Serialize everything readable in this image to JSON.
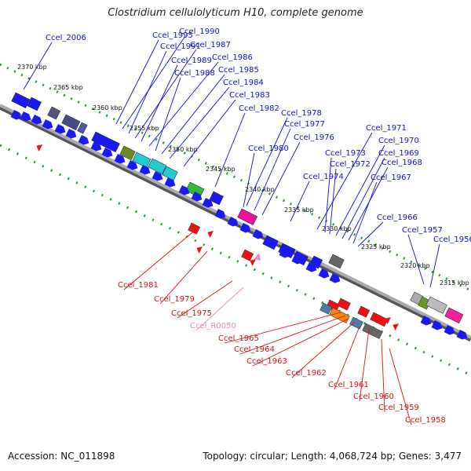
{
  "title": "Clostridium cellulolyticum H10, complete genome",
  "footer": {
    "accession": "Accession: NC_011898",
    "summary": "Topology: circular; Length: 4,068,724 bp; Genes: 3,477"
  },
  "colors": {
    "forward_label": "#1010cc",
    "reverse_label": "#dd1111",
    "rna_label": "#ee88bb",
    "backbone": "#888888",
    "tick": "#22a022"
  },
  "kbp_ticks": [
    "2370 kbp",
    "2365 kbp",
    "2360 kbp",
    "2355 kbp",
    "2350 kbp",
    "2345 kbp",
    "2340 kbp",
    "2335 kbp",
    "2330 kbp",
    "2325 kbp",
    "2320 kbp",
    "2315 kbp"
  ],
  "forward_labels": [
    "Ccel_2006",
    "Ccel_1995",
    "Ccel_1990",
    "Ccel_1991",
    "Ccel_1987",
    "Ccel_1989",
    "Ccel_1986",
    "Ccel_1988",
    "Ccel_1985",
    "Ccel_1984",
    "Ccel_1983",
    "Ccel_1982",
    "Ccel_1978",
    "Ccel_1977",
    "Ccel_1976",
    "Ccel_1980",
    "Ccel_1971",
    "Ccel_1973",
    "Ccel_1970",
    "Ccel_1969",
    "Ccel_1972",
    "Ccel_1968",
    "Ccel_1974",
    "Ccel_1967",
    "Ccel_1966",
    "Ccel_1957",
    "Ccel_1956"
  ],
  "reverse_labels": [
    "Ccel_1981",
    "Ccel_1979",
    "Ccel_1975",
    "Ccel_1965",
    "Ccel_1964",
    "Ccel_1963",
    "Ccel_1962",
    "Ccel_1961",
    "Ccel_1960",
    "Ccel_1959",
    "Ccel_1958"
  ],
  "rna_labels": [
    "Ccel_R0050"
  ]
}
